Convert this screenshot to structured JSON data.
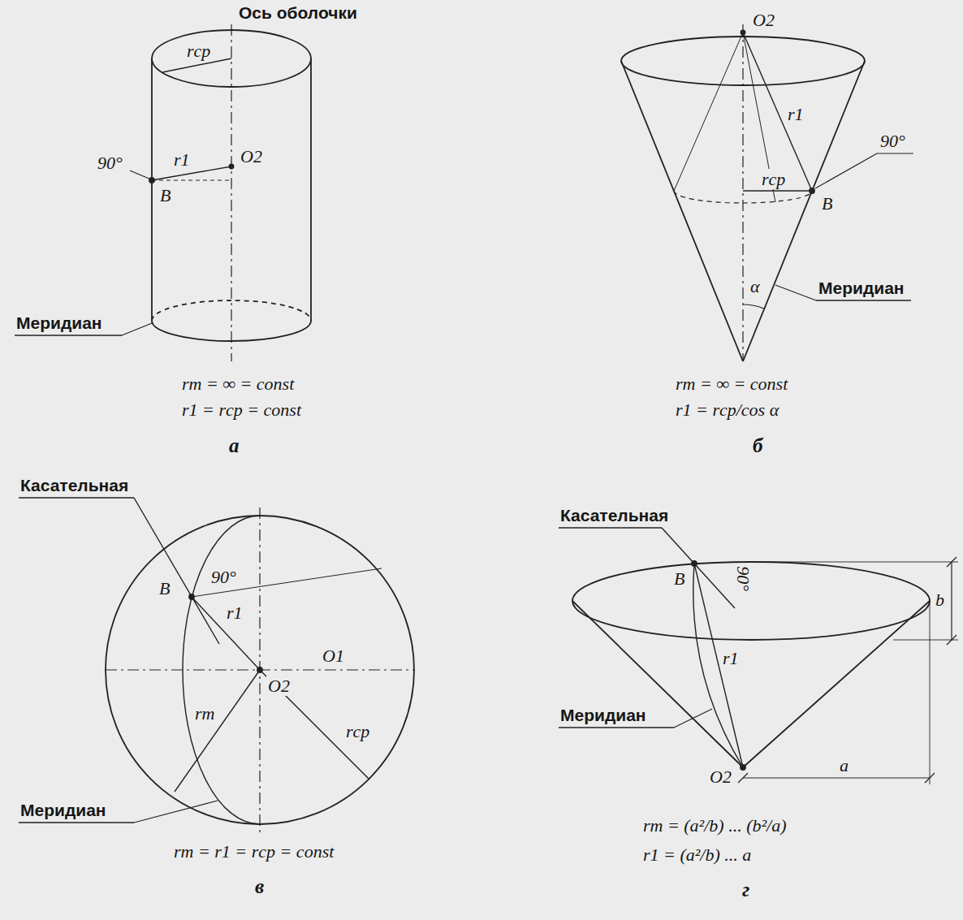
{
  "diagram": {
    "labels": [
      "Ось оболочки",
      "rср",
      "90°",
      "r1",
      "O2",
      "B",
      "Меридиан",
      "rm = ∞ = const",
      "r1 = rср = const",
      "а",
      "O2",
      "r1",
      "rср",
      "90°",
      "B",
      "α",
      "Меридиан",
      "rm = ∞ = const",
      "r1 = rср/cos α",
      "б",
      "Касательная",
      "B",
      "90°",
      "r1",
      "O1",
      "rm",
      "O2",
      "rср",
      "Меридиан",
      "rm = r1 = rср = const",
      "в",
      "Касательная",
      "B",
      "90°",
      "r1",
      "b",
      "Меридиан",
      "O2",
      "a",
      "rm = (a²/b) ... (b²/a)",
      "r1 = (a²/b) ... a",
      "г"
    ]
  }
}
